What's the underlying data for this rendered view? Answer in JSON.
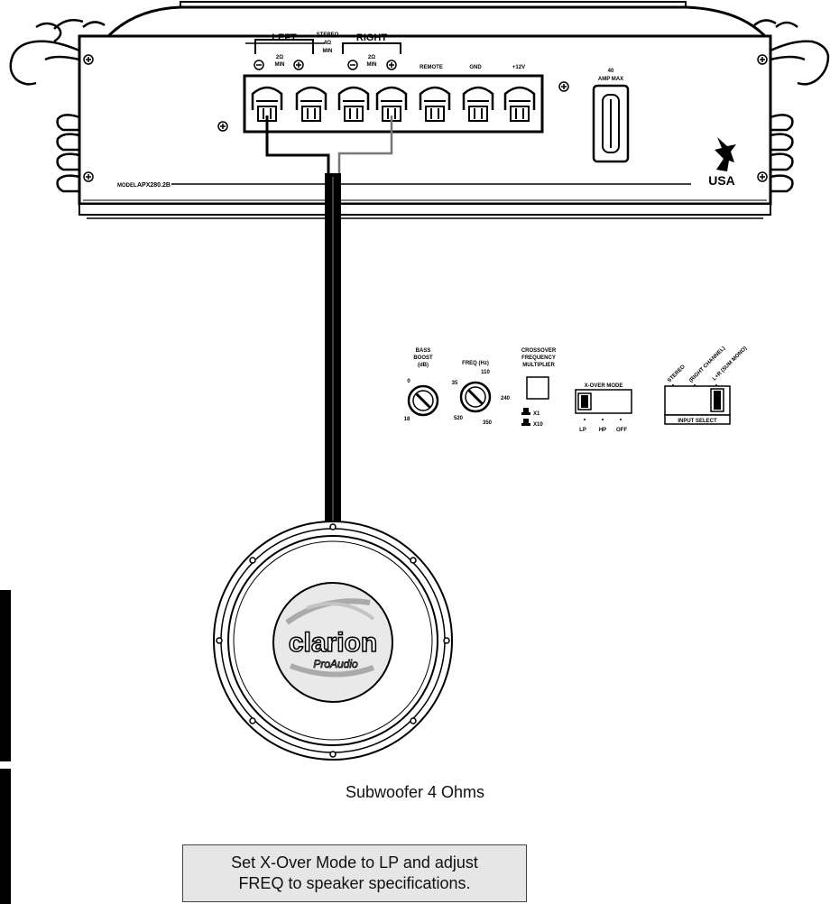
{
  "amplifier": {
    "channel_left": "LEFT",
    "channel_right": "RIGHT",
    "stereo_label": "STEREO",
    "stereo_ohms": "4Ω",
    "stereo_min": "MIN",
    "left_sub_ohms": "2Ω",
    "left_sub_min": "MIN",
    "right_sub_ohms": "2Ω",
    "right_sub_min": "MIN",
    "remote_label": "REMOTE",
    "gnd_label": "GND",
    "power_label": "+12V",
    "fuse_rating": "40",
    "fuse_type": "AMP MAX",
    "model_prefix": "MODEL",
    "model_number": "APX280.2B",
    "origin": "USA"
  },
  "controls": {
    "bass_boost_title_1": "BASS",
    "bass_boost_title_2": "BOOST",
    "bass_boost_unit": "(dB)",
    "bass_min": "0",
    "bass_max": "18",
    "freq_title": "FREQ (Hz)",
    "freq_ticks": [
      "35",
      "110",
      "240",
      "350",
      "520"
    ],
    "multiplier_title_1": "CROSSOVER",
    "multiplier_title_2": "FREQUENCY",
    "multiplier_title_3": "MULTIPLIER",
    "multiplier_x1": "X1",
    "multiplier_x10": "X10",
    "xover_title": "X-OVER MODE",
    "xover_options": [
      "LP",
      "HP",
      "OFF"
    ],
    "input_options": [
      "STEREO",
      "(RIGHT CHANNEL)",
      "L+R (SUM MONO)"
    ],
    "input_title": "INPUT SELECT"
  },
  "speaker": {
    "brand": "clarion",
    "sub_brand": "ProAudio"
  },
  "caption": "Subwoofer 4 Ohms",
  "note": {
    "line1": "Set X-Over Mode to LP and adjust",
    "line2": "FREQ to speaker specifications."
  }
}
